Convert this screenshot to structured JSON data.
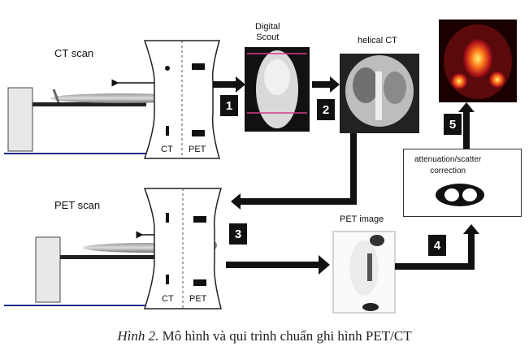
{
  "labels": {
    "ct_scan": "CT scan",
    "pet_scan": "PET scan",
    "digital_scout": "Digital\nScout",
    "helical_ct": "helical CT",
    "pet_image": "PET image",
    "attenuation": "attenuation/scatter\ncorrection",
    "ct_gantry_ct": "CT",
    "ct_gantry_pet": "PET",
    "pet_gantry_ct": "CT",
    "pet_gantry_pet": "PET"
  },
  "steps": [
    "1",
    "2",
    "3",
    "4",
    "5"
  ],
  "caption": {
    "prefix": "Hình 2.",
    "text": " Mô hình và qui trình chuẩn ghi hình PET/CT"
  },
  "colors": {
    "arrow": "#111111",
    "floor": "#1b2a8a",
    "scout_line": "#d43c8c"
  }
}
